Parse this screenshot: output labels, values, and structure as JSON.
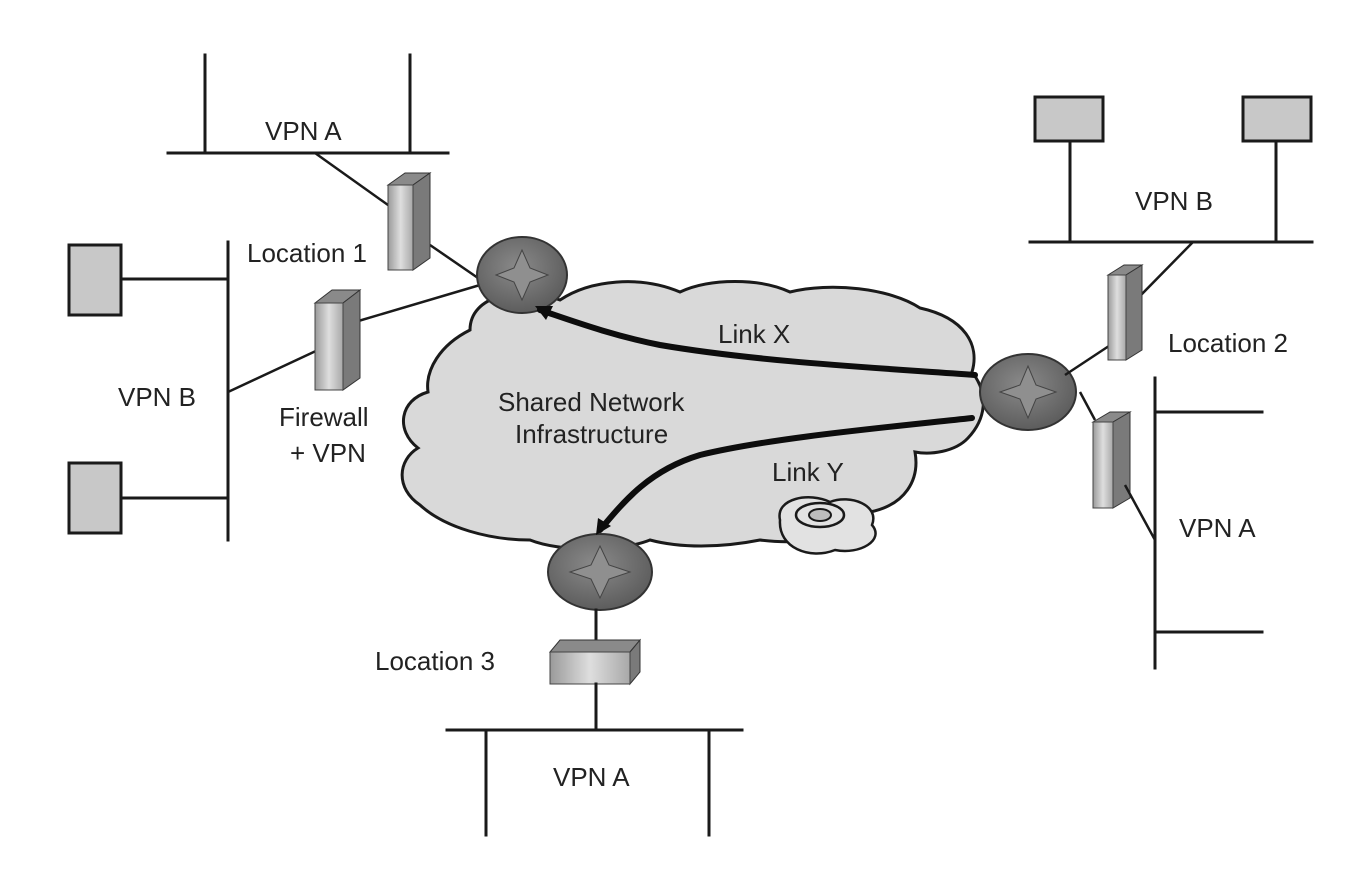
{
  "labels": {
    "vpn_a_top": "VPN A",
    "location_1": "Location 1",
    "vpn_b_left": "VPN B",
    "firewall_line1": "Firewall",
    "firewall_line2": "+ VPN",
    "shared_line1": "Shared  Network",
    "shared_line2": "Infrastructure",
    "link_x": "Link X",
    "link_y": "Link Y",
    "vpn_b_right": "VPN B",
    "location_2": "Location 2",
    "vpn_a_right": "VPN A",
    "location_3": "Location 3",
    "vpn_a_bottom": "VPN A"
  },
  "colors": {
    "cloud_fill": "#d9d9d9",
    "router_fill": "#6e6e6e",
    "firewall_fill": "#c4c4c4",
    "host_fill": "#c8c8c8",
    "line": "#1a1a1a"
  }
}
